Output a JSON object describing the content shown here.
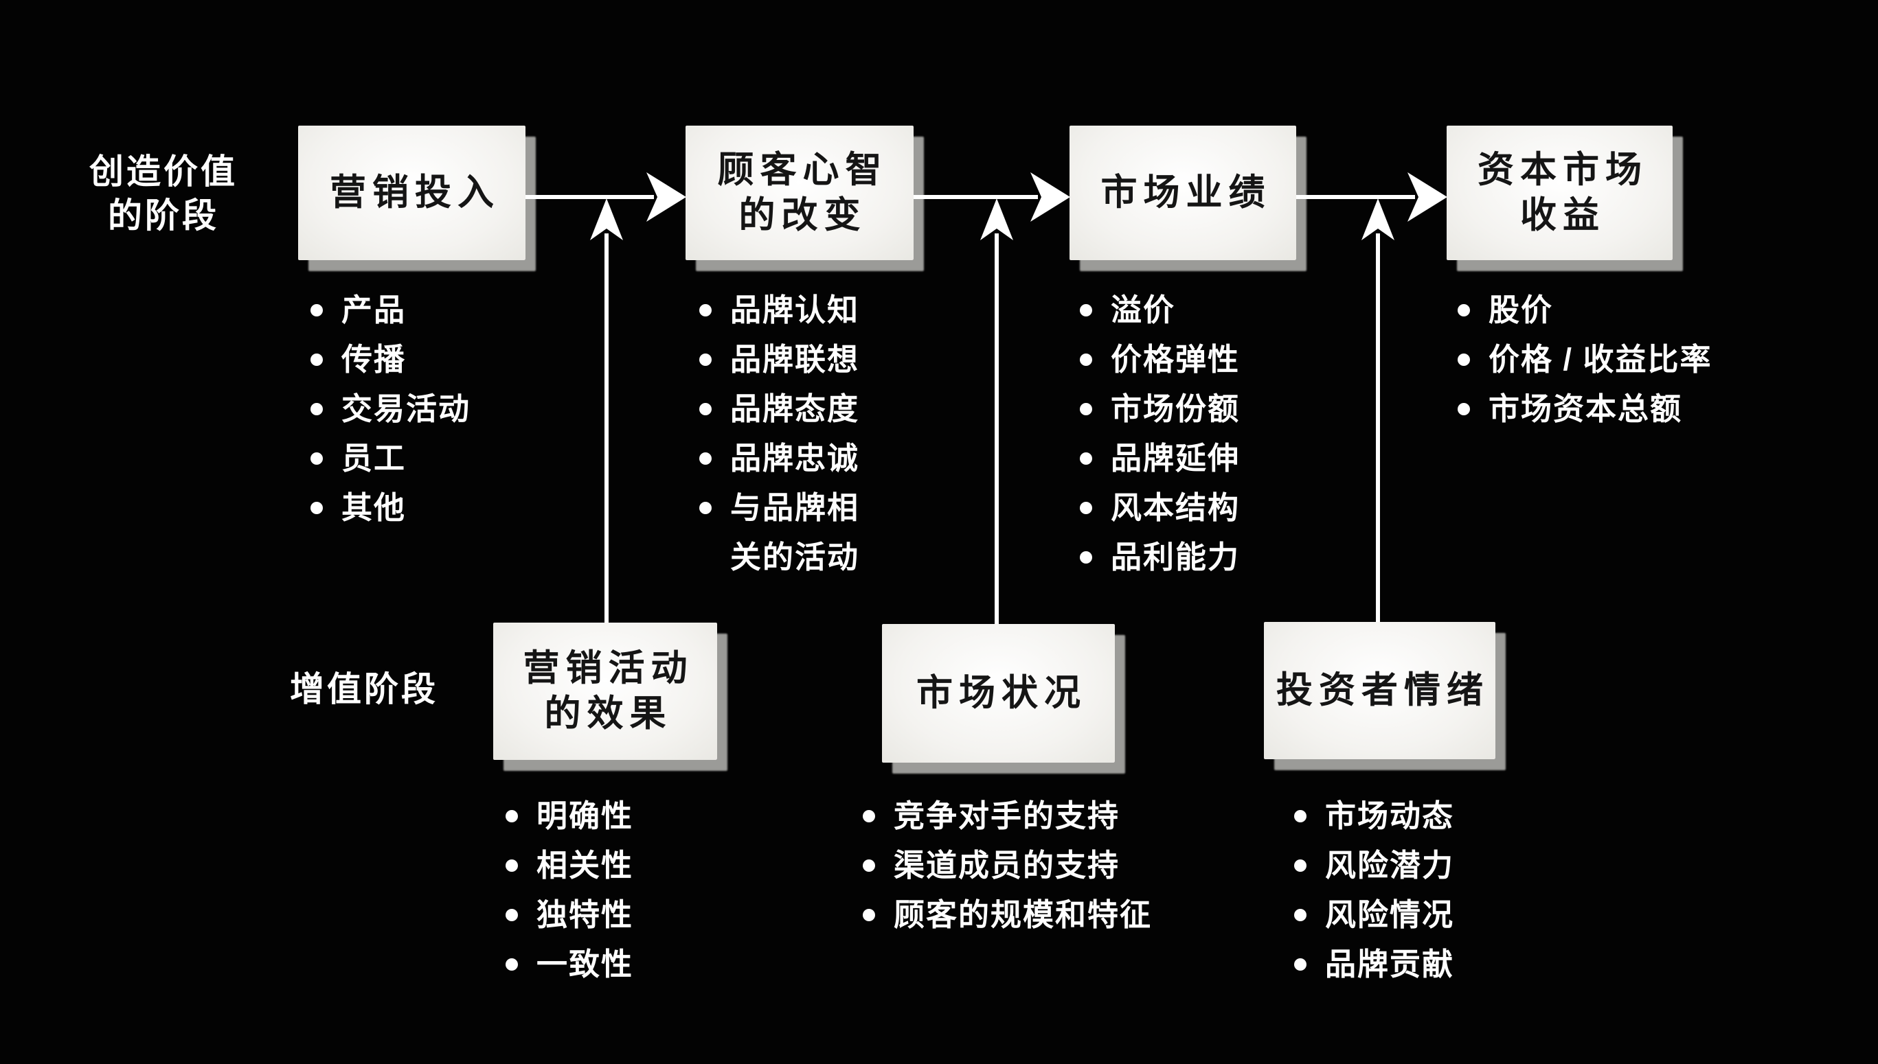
{
  "colors": {
    "background": "#030303",
    "box_fill": "#f4f3f0",
    "box_text": "#151515",
    "box_shadow": "#a3a3a0",
    "label_text": "#ffffff",
    "arrow": "#ffffff"
  },
  "row_labels": {
    "top": "创造价值\n的阶段",
    "bottom": "增值阶段"
  },
  "top_stages": [
    {
      "title": "营销投入",
      "items": [
        "产品",
        "传播",
        "交易活动",
        "员工",
        "其他"
      ]
    },
    {
      "title": "顾客心智\n的改变",
      "items": [
        "品牌认知",
        "品牌联想",
        "品牌态度",
        "品牌忠诚",
        "与品牌相\n关的活动"
      ]
    },
    {
      "title": "市场业绩",
      "items": [
        "溢价",
        "价格弹性",
        "市场份额",
        "品牌延伸",
        "风本结构",
        "品利能力"
      ]
    },
    {
      "title": "资本市场\n收益",
      "items": [
        "股价",
        "价格 / 收益比率",
        "市场资本总额"
      ]
    }
  ],
  "bottom_stages": [
    {
      "title": "营销活动\n的效果",
      "items": [
        "明确性",
        "相关性",
        "独特性",
        "一致性"
      ]
    },
    {
      "title": "市场状况",
      "items": [
        "竞争对手的支持",
        "渠道成员的支持",
        "顾客的规模和特征"
      ]
    },
    {
      "title": "投资者情绪",
      "items": [
        "市场动态",
        "风险潜力",
        "风险情况",
        "品牌贡献"
      ]
    }
  ]
}
